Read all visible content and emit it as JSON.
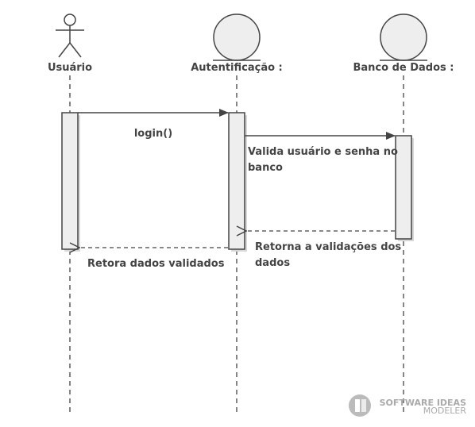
{
  "diagram": {
    "lifelines": [
      {
        "id": "usuario",
        "name": "Usuário",
        "kind": "actor"
      },
      {
        "id": "autentificacao",
        "name": "Autentificação :",
        "kind": "entity"
      },
      {
        "id": "banco",
        "name": "Banco de Dados :",
        "kind": "entity"
      }
    ],
    "messages": [
      {
        "from": "usuario",
        "to": "autentificacao",
        "label": "login()",
        "style": "sync"
      },
      {
        "from": "autentificacao",
        "to": "banco",
        "label_line1": "Valida usuário e senha no",
        "label_line2": "banco",
        "style": "sync"
      },
      {
        "from": "banco",
        "to": "autentificacao",
        "label_line1": "Retorna a validações dos",
        "label_line2": "dados",
        "style": "return"
      },
      {
        "from": "autentificacao",
        "to": "usuario",
        "label": "Retora dados validados",
        "style": "return"
      }
    ]
  },
  "watermark": {
    "line1": "SOFTWARE IDEAS",
    "line2": "MODELER"
  },
  "colors": {
    "line": "#444444",
    "activation_fill": "#eeeeee",
    "entity_fill": "#eeeeee",
    "watermark": "#aaaaaa"
  }
}
